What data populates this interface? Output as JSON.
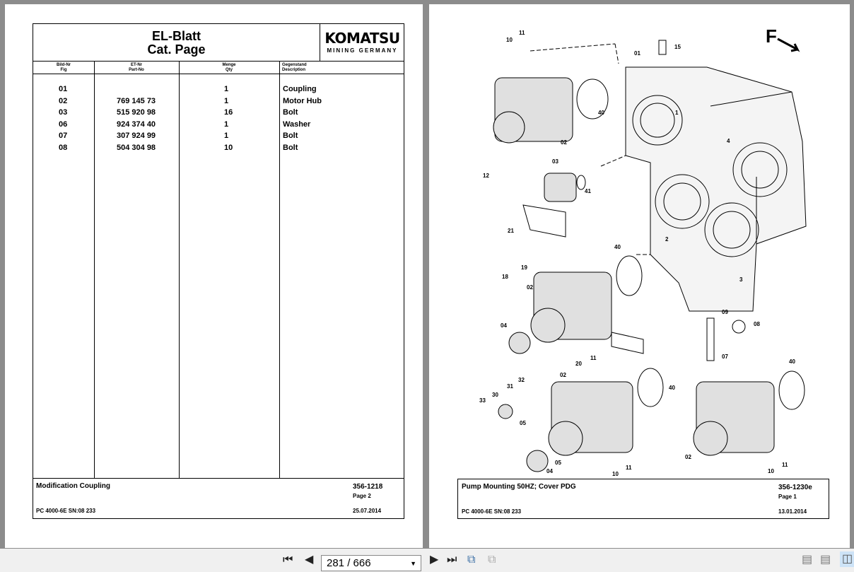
{
  "left_page": {
    "header": {
      "title_line1": "EL-Blatt",
      "title_line2": "Cat. Page",
      "logo_main": "KOMATSU",
      "logo_sub": "MINING GERMANY"
    },
    "columns": [
      {
        "de": "Bild-Nr",
        "en": "Fig"
      },
      {
        "de": "ET-Nr",
        "en": "Part-No"
      },
      {
        "de": "Menge",
        "en": "Qty"
      },
      {
        "de": "Gegenstand",
        "en": "Description"
      }
    ],
    "rows": [
      {
        "fig": "01",
        "part": "",
        "qty": "1",
        "desc": "Coupling"
      },
      {
        "fig": "02",
        "part": "769 145 73",
        "qty": "1",
        "desc": "Motor Hub"
      },
      {
        "fig": "03",
        "part": "515 920 98",
        "qty": "16",
        "desc": "Bolt"
      },
      {
        "fig": "06",
        "part": "924 374 40",
        "qty": "1",
        "desc": "Washer"
      },
      {
        "fig": "07",
        "part": "307 924 99",
        "qty": "1",
        "desc": "Bolt"
      },
      {
        "fig": "08",
        "part": "504 304 98",
        "qty": "10",
        "desc": "Bolt"
      }
    ],
    "footer": {
      "title": "Modification Coupling",
      "number": "356-1218",
      "page": "Page 2",
      "model": "PC 4000-6E SN:08 233",
      "date": "25.07.2014"
    }
  },
  "right_page": {
    "direction_label": "F",
    "callouts": [
      "11",
      "10",
      "01",
      "15",
      "40",
      "02",
      "1",
      "4",
      "03",
      "12",
      "41",
      "21",
      "2",
      "40",
      "19",
      "18",
      "3",
      "02",
      "09",
      "08",
      "04",
      "07",
      "20",
      "11",
      "40",
      "02",
      "32",
      "31",
      "30",
      "40",
      "33",
      "05",
      "05",
      "04",
      "11",
      "10",
      "02",
      "10",
      "11"
    ],
    "footer": {
      "title": "Pump Mounting 50HZ; Cover PDG",
      "number": "356-1230e",
      "page": "Page 1",
      "model": "PC 4000-6E SN:08 233",
      "date": "13.01.2014"
    }
  },
  "toolbar": {
    "page_indicator": "281 / 666"
  }
}
